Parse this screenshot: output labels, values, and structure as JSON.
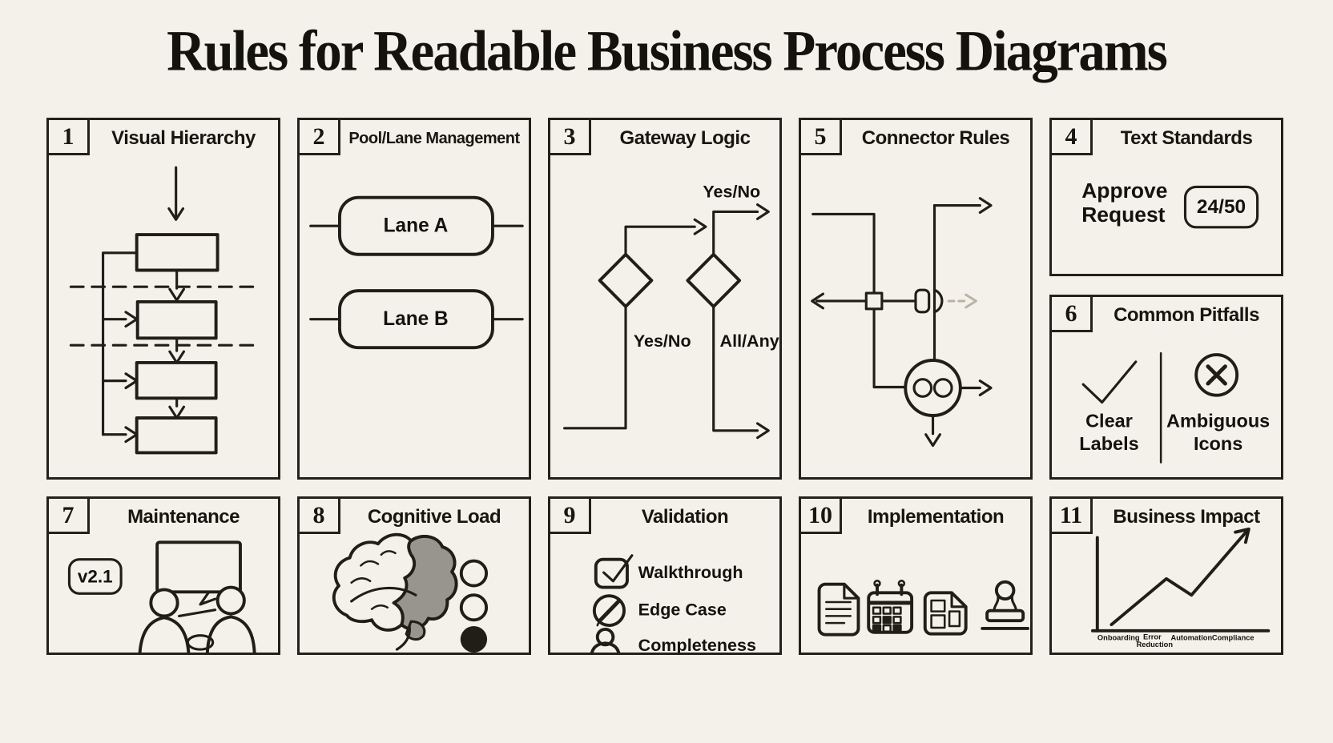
{
  "title": "Rules for Readable Business Process Diagrams",
  "colors": {
    "paper": "#f4f1ea",
    "ink": "#201e17",
    "gray_fill": "#97958e",
    "faded_connector": "#b9b3a6"
  },
  "panels": {
    "visual_hierarchy": {
      "number": "1",
      "title": "Visual Hierarchy"
    },
    "pool_lane": {
      "number": "2",
      "title": "Pool/Lane Management",
      "lanes": [
        "Lane A",
        "Lane B"
      ]
    },
    "gateway_logic": {
      "number": "3",
      "title": "Gateway Logic",
      "top_label": "Yes/No",
      "left_label": "Yes/No",
      "right_label": "All/Any"
    },
    "connector_rules": {
      "number": "5",
      "title": "Connector Rules"
    },
    "text_standards": {
      "number": "4",
      "title": "Text Standards",
      "task_lines": [
        "Approve",
        "Request"
      ],
      "char_count": "24/50"
    },
    "common_pitfalls": {
      "number": "6",
      "title": "Common Pitfalls",
      "good_lines": [
        "Clear",
        "Labels"
      ],
      "bad_lines": [
        "Ambiguous",
        "Icons"
      ]
    },
    "maintenance": {
      "number": "7",
      "title": "Maintenance",
      "version": "v2.1"
    },
    "cognitive_load": {
      "number": "8",
      "title": "Cognitive Load"
    },
    "validation": {
      "number": "9",
      "title": "Validation",
      "items": [
        "Walkthrough",
        "Edge Case",
        "Completeness"
      ]
    },
    "implementation": {
      "number": "10",
      "title": "Implementation",
      "icon_names": [
        "document-icon",
        "calendar-icon",
        "layout-template-icon",
        "stamp-icon"
      ]
    },
    "business_impact": {
      "number": "11",
      "title": "Business Impact",
      "x_label_words": [
        "Onboarding",
        "Error",
        "Reduction",
        "Automation",
        "Compliance"
      ],
      "chart_data": {
        "type": "line",
        "categories": [
          "Onboarding",
          "Error Reduction",
          "Automation",
          "Compliance"
        ],
        "values_relative": [
          15,
          55,
          42,
          90
        ],
        "trend": "upward",
        "ylim": [
          0,
          100
        ],
        "grid": false,
        "legend": false
      }
    }
  }
}
